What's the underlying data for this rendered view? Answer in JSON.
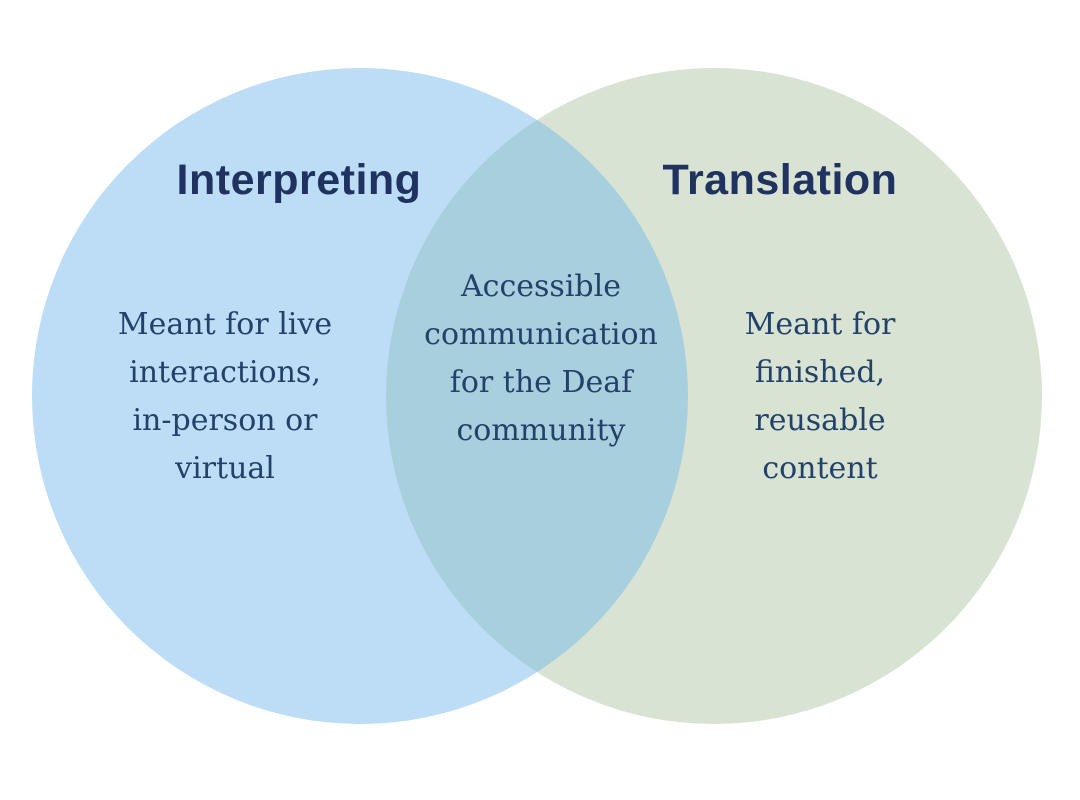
{
  "diagram": {
    "type": "venn",
    "background_color": "#ffffff",
    "left_set": {
      "title": "Interpreting",
      "circle_color": "#bcddf5",
      "lines": [
        "Meant for live",
        "interactions,",
        "in-person or",
        "virtual"
      ]
    },
    "right_set": {
      "title": "Translation",
      "circle_color": "#d8e3d3",
      "lines": [
        "Meant for",
        "finished,",
        "reusable",
        "content"
      ]
    },
    "overlap": {
      "circle_color": "#a8cfde",
      "lines": [
        "Accessible",
        "communication",
        "for the Deaf",
        "community"
      ]
    },
    "text_colors": {
      "title": "#1f3260",
      "body": "#234269"
    }
  }
}
